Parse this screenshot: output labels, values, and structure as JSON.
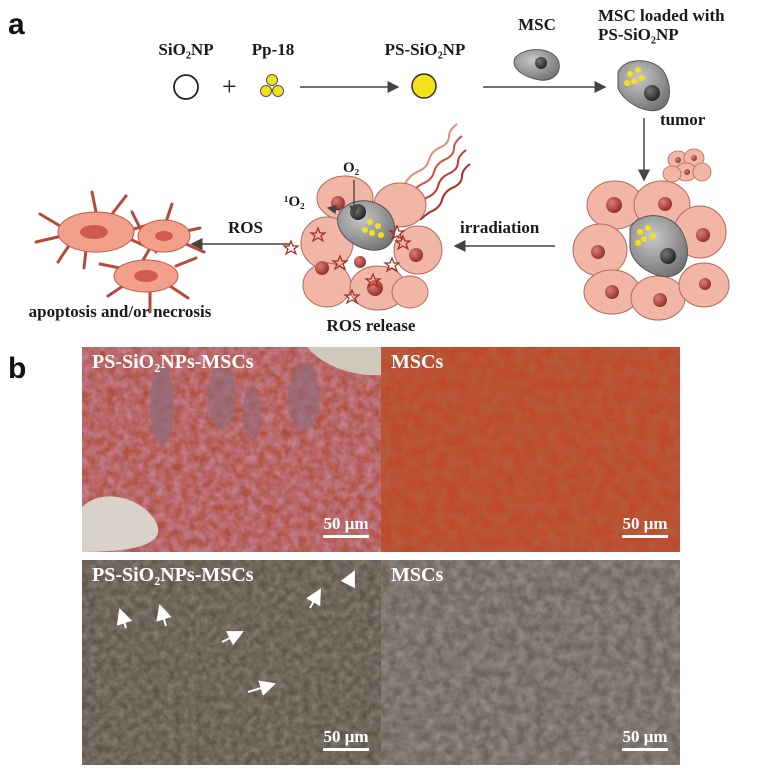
{
  "panel_a": {
    "letter": "a",
    "sio2np": "SiO₂NP",
    "plus": "+",
    "pp18": "Pp-18",
    "ps_sio2np": "PS-SiO₂NP",
    "msc": "MSC",
    "msc_loaded_line1": "MSC loaded with",
    "msc_loaded_line2": "PS-SiO₂NP",
    "tumor": "tumor",
    "irradiation": "irradiation",
    "ros": "ROS",
    "o2": "O₂",
    "singlet_o2": "¹O₂",
    "ros_release": "ROS release",
    "outcome": "apoptosis and/or necrosis"
  },
  "panel_b": {
    "letter": "b",
    "images": [
      {
        "label": "PS-SiO₂NPs-MSCs",
        "scale": "50 μm",
        "stain": "he-treated"
      },
      {
        "label": "MSCs",
        "scale": "50 μm",
        "stain": "he-control"
      },
      {
        "label": "PS-SiO₂NPs-MSCs",
        "scale": "50 μm",
        "stain": "phase-treated"
      },
      {
        "label": "MSCs",
        "scale": "50 μm",
        "stain": "phase-control"
      }
    ]
  },
  "colors": {
    "tumor_cell": "#f2b6a6",
    "tumor_outline": "#b06a5c",
    "nucleus": "#a8403c",
    "msc_body": "#9a9a9a",
    "nanoparticle": "#f5e11a",
    "he_stain": "#c0472a",
    "phase_contrast": "#5e5449"
  }
}
